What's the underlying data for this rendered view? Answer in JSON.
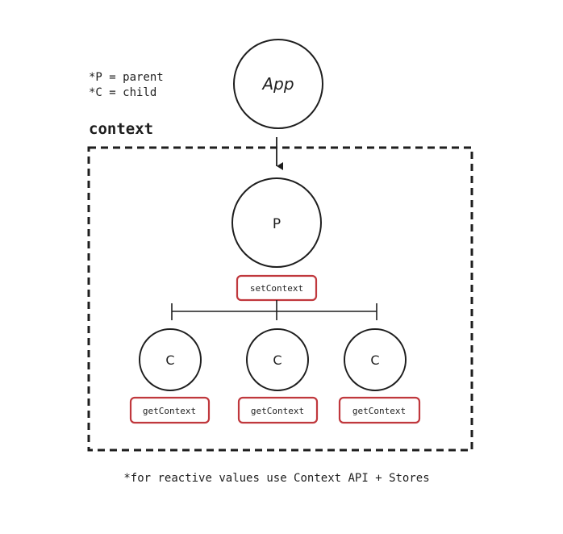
{
  "legend": {
    "line1": "*P = parent",
    "line2": "*C = child"
  },
  "context_label": "context",
  "nodes": {
    "app": "App",
    "parent": "P",
    "children": [
      "C",
      "C",
      "C"
    ]
  },
  "functions": {
    "set": "setContext",
    "get": [
      "getContext",
      "getContext",
      "getContext"
    ]
  },
  "footnote": "*for reactive values use Context API + Stores",
  "colors": {
    "stroke": "#1e1e1e",
    "highlight": "#c0383d",
    "background": "#ffffff"
  }
}
